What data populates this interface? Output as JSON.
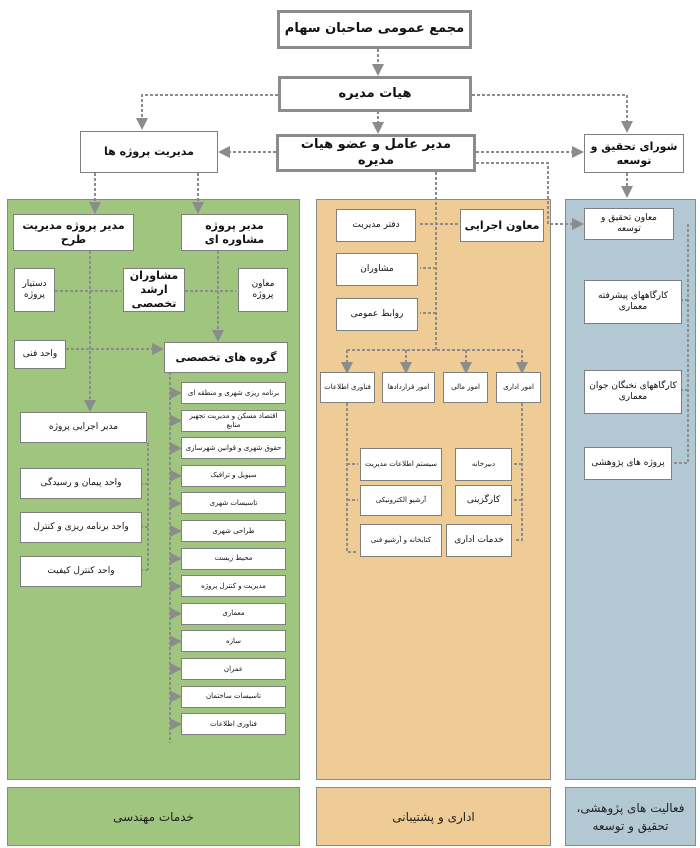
{
  "top": {
    "shareholders": "مجمع عمومی صاحبان سهام",
    "board": "هیات مدیره",
    "ceo": "مدیر عامل و عضو هیات مدیره",
    "projects_mgmt": "مدیریت پروژه ها",
    "rnd_council": "شورای تحقیق و توسعه"
  },
  "engineering": {
    "design_pm": "مدیر پروژه مدیریت طرح",
    "consult_pm": "مدیر پروژه مشاوره ای",
    "project_advisor": "دستیار پروژه",
    "senior_consultants": "مشاوران ارشد تخصصی",
    "project_deputy": "معاون پروژه",
    "technical_unit": "واحد فنی",
    "specialist_groups": "گروه های تخصصی",
    "executive_pm": "مدیر اجرایی پروژه",
    "contract_unit": "واحد پیمان و رسیدگی",
    "planning_unit": "واحد برنامه ریزی و کنترل",
    "quality_unit": "واحد کنترل کیفیت",
    "groups": [
      "برنامه ریزی شهری و منطقه ای",
      "اقتصاد مسکن و مدیریت تجهیز منابع",
      "حقوق شهری و قوانین شهرسازی",
      "سیویل و ترافیک",
      "تاسیسات شهری",
      "طراحی شهری",
      "محیط زیست",
      "مدیریت و کنترل پروژه",
      "معماری",
      "سازه",
      "عمران",
      "تاسیسات ساختمان",
      "فناوری اطلاعات"
    ]
  },
  "admin": {
    "exec_deputy": "معاون اجرایی",
    "mgmt_office": "دفتر مدیریت",
    "consultants": "مشاوران",
    "public_relations": "روابط عمومی",
    "office_affairs": "امور اداری",
    "finance": "امور مالی",
    "contracts": "امور قراردادها",
    "it": "فناوری اطلاعات",
    "secretariat": "دبیرخانه",
    "staffing": "کارگزینی",
    "admin_services": "خدمات اداری",
    "mis": "سیستم اطلاعات مدیریت",
    "e_archive": "آرشیو الکترونیکی",
    "library": "کتابخانه و آرشیو فنی"
  },
  "research": {
    "rnd_deputy": "معاون تحقیق و توسعه",
    "advanced_workshops": "کارگاههای پیشرفته معماری",
    "young_workshops": "کارگاههای نخبگان جوان معماری",
    "research_projects": "پروژه های پژوهشی"
  },
  "footer": {
    "engineering": "خدمات مهندسی",
    "admin": "اداری و پشتیبانی",
    "research": "فعالیت های پژوهشی، تحقیق و توسعه"
  },
  "colors": {
    "engineering": "#9fc57e",
    "admin": "#efcb95",
    "research": "#b2c8d3",
    "connector": "#8c8c8c"
  }
}
